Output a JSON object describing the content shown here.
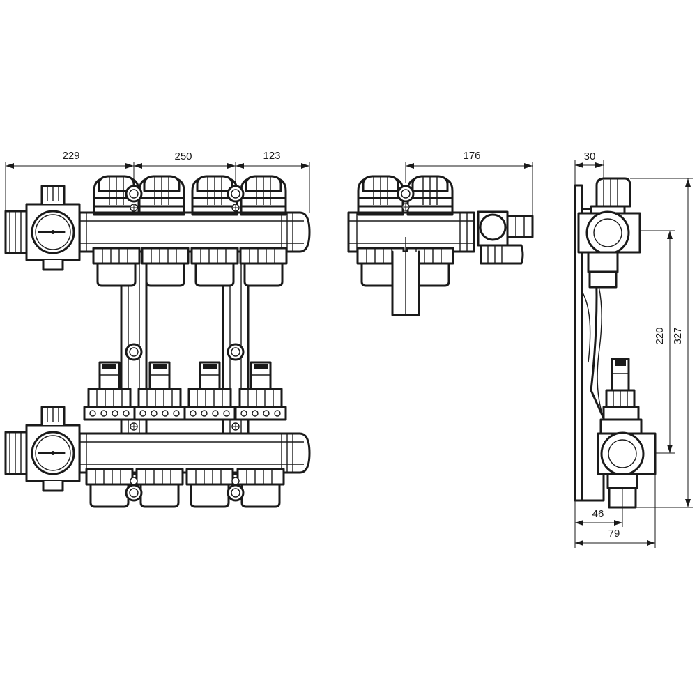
{
  "dimensions": {
    "front_left_offset": "229",
    "front_loop_spacing": "250",
    "front_right_offset": "123",
    "extension_width": "176",
    "side_top_depth": "30",
    "side_vertical_spacing": "220",
    "side_total_height": "327",
    "side_bottom_depth": "46",
    "side_total_depth": "79"
  },
  "colors": {
    "line": "#1a1a1a",
    "background": "#ffffff"
  }
}
